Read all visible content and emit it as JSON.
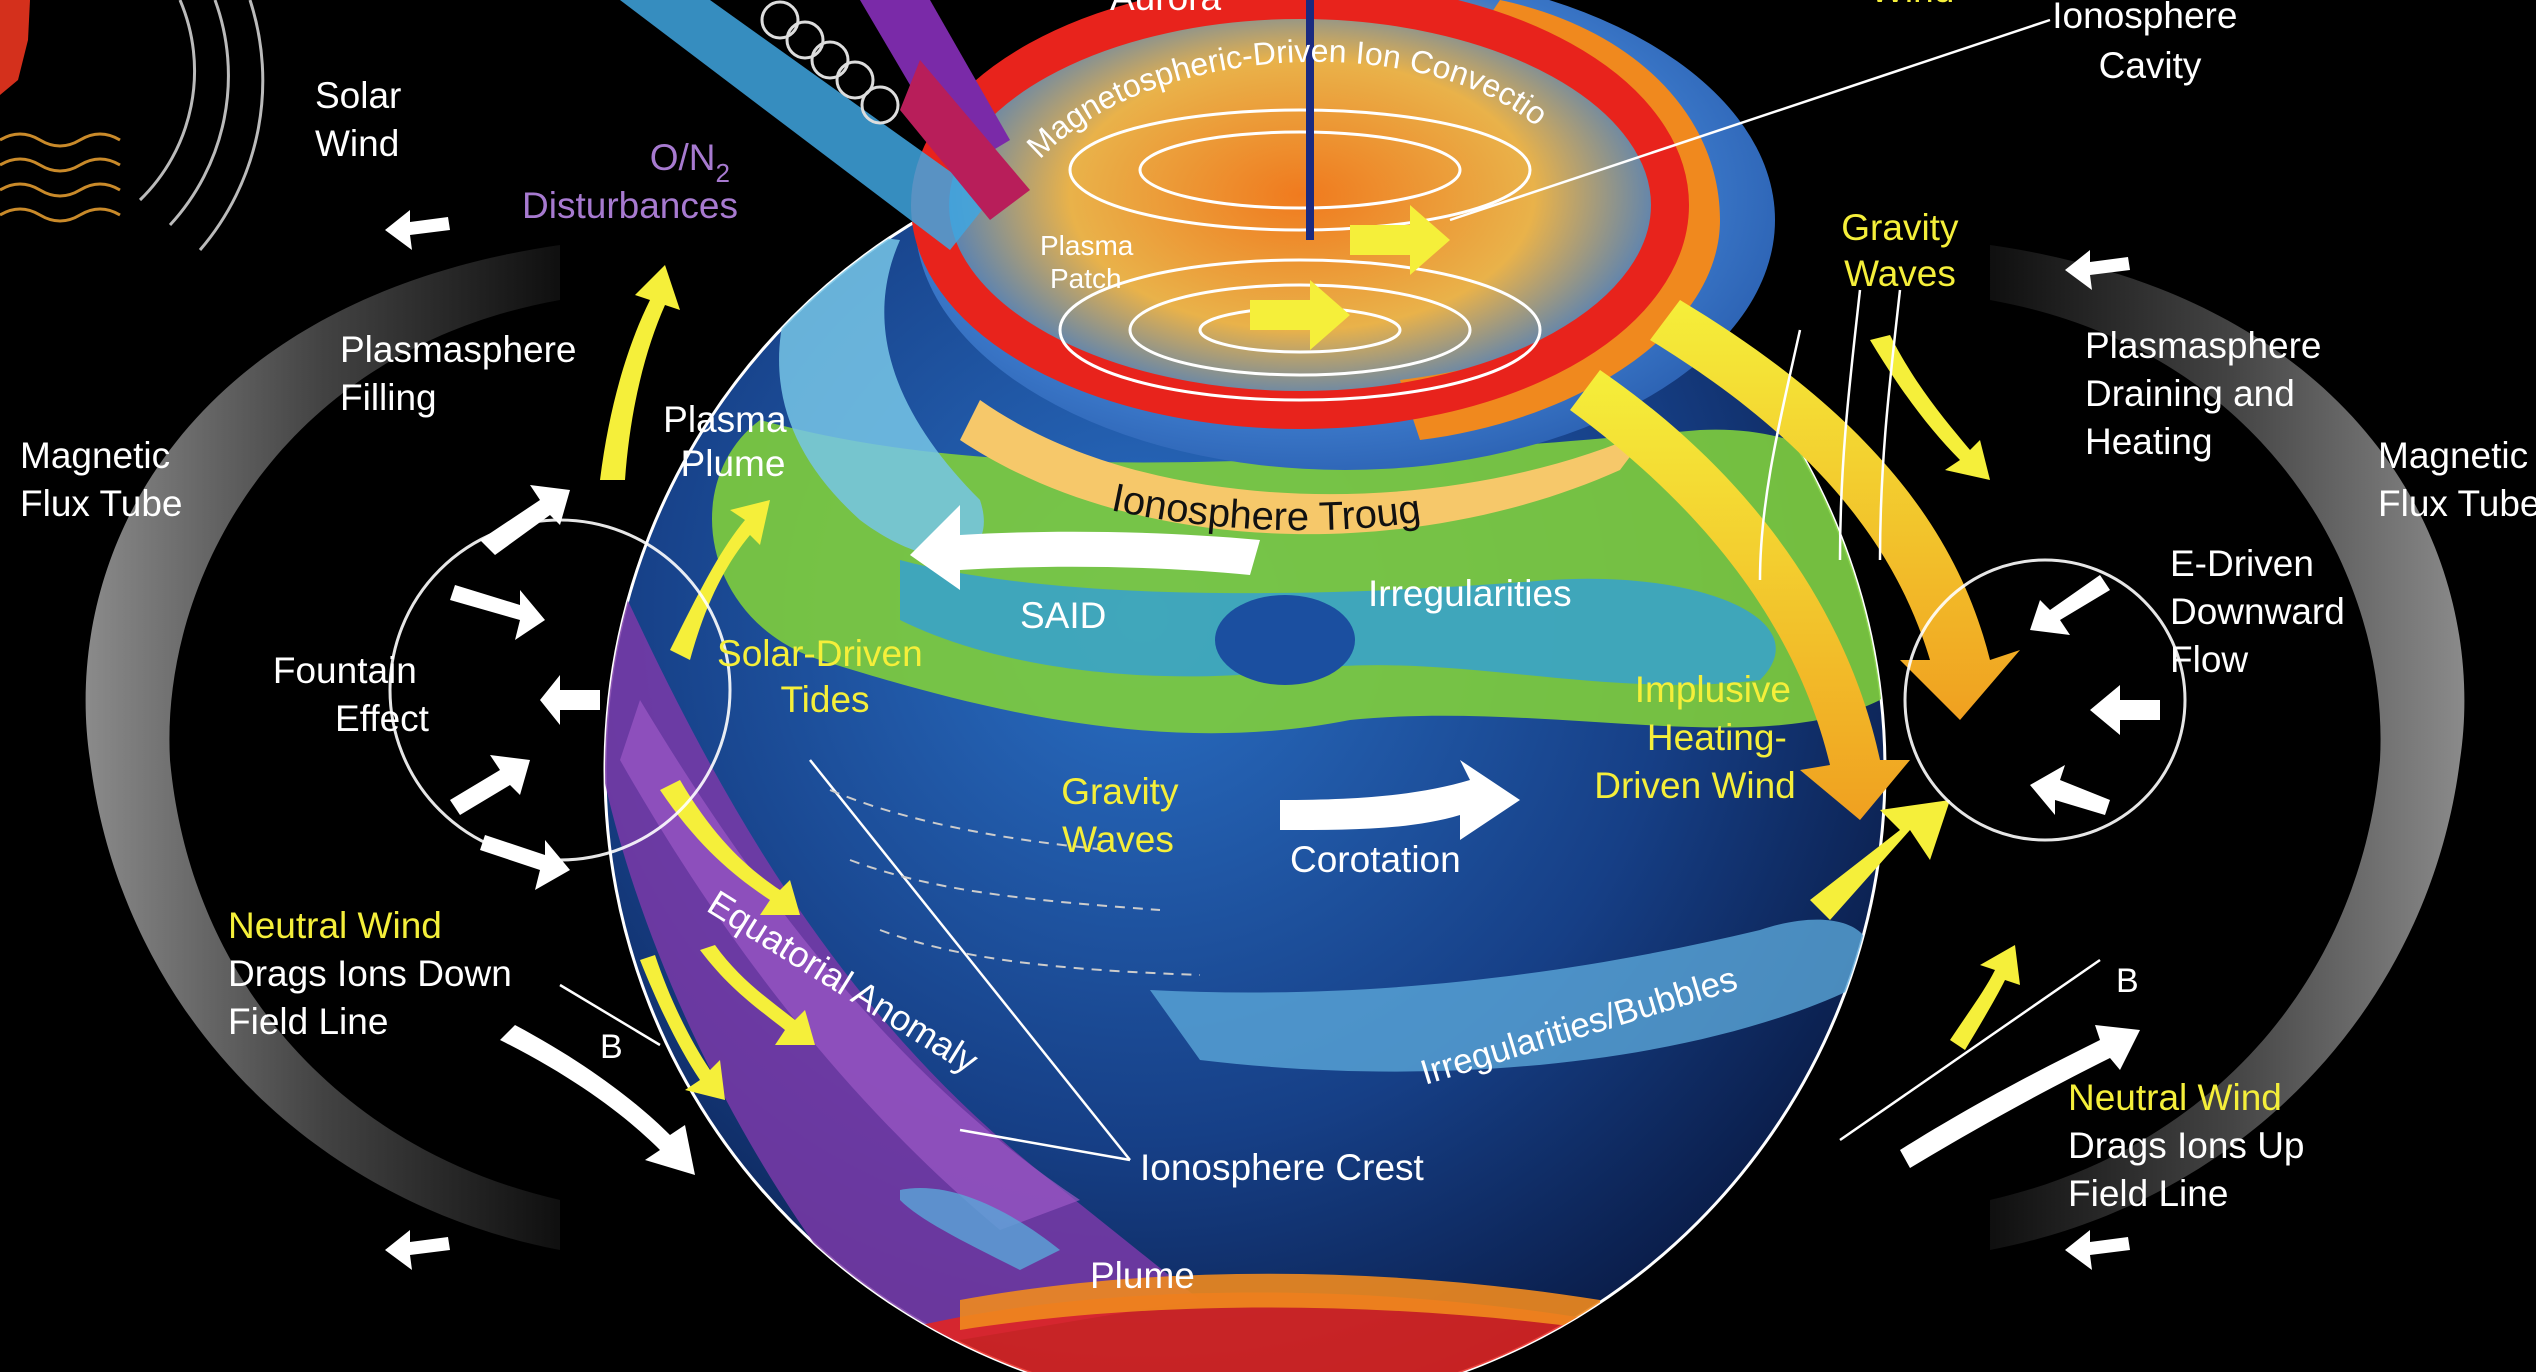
{
  "labels": {
    "aurora": "Aurora",
    "wind_top": "Wind",
    "ionosphere_cavity": [
      "Ionosphere",
      "Cavity"
    ],
    "solar_wind": [
      "Solar",
      "Wind"
    ],
    "on2_disturbances": [
      "O/N",
      "2",
      "Disturbances"
    ],
    "magnetospheric_convection": "Magnetospheric-Driven Ion Convection",
    "plasma_patch": [
      "Plasma",
      "Patch"
    ],
    "gravity_waves_upper": [
      "Gravity",
      "Waves"
    ],
    "plasmasphere_filling": [
      "Plasmasphere",
      "Filling"
    ],
    "plasmasphere_draining": [
      "Plasmasphere",
      "Draining and",
      "Heating"
    ],
    "magnetic_flux_tube_left": [
      "Magnetic",
      "Flux Tube"
    ],
    "magnetic_flux_tube_right": [
      "Magnetic",
      "Flux Tube"
    ],
    "plasma_plume": [
      "Plasma",
      "Plume"
    ],
    "ionosphere_trough": "Ionosphere Trough",
    "said": "SAID",
    "irregularities": "Irregularities",
    "e_driven_flow": [
      "E-Driven",
      "Downward",
      "Flow"
    ],
    "fountain_effect": [
      "Fountain",
      "Effect"
    ],
    "solar_driven_tides": [
      "Solar-Driven",
      "Tides"
    ],
    "impulsive_heating_wind": [
      "Implusive",
      "Heating-",
      "Driven Wind"
    ],
    "gravity_waves_lower": [
      "Gravity",
      "Waves"
    ],
    "corotation": "Corotation",
    "neutral_wind_down": [
      "Neutral Wind",
      "Drags Ions Down",
      "Field Line"
    ],
    "neutral_wind_up": [
      "Neutral Wind",
      "Drags Ions Up",
      "Field Line"
    ],
    "b_field_symbol": "B",
    "equatorial_anomaly": "Equatorial Anomaly",
    "irregularities_bubbles": "Irregularities/Bubbles",
    "ionosphere_crest": "Ionosphere Crest",
    "plume": "Plume"
  },
  "colors": {
    "background": "#000000",
    "label_white": "#ffffff",
    "label_yellow": "#f5ef3a",
    "label_purple": "#a77ad0",
    "globe_blue": "#1b4fa0",
    "aurora_red": "#e8231c",
    "aurora_orange": "#f0891e",
    "green_band": "#7fce3c"
  }
}
